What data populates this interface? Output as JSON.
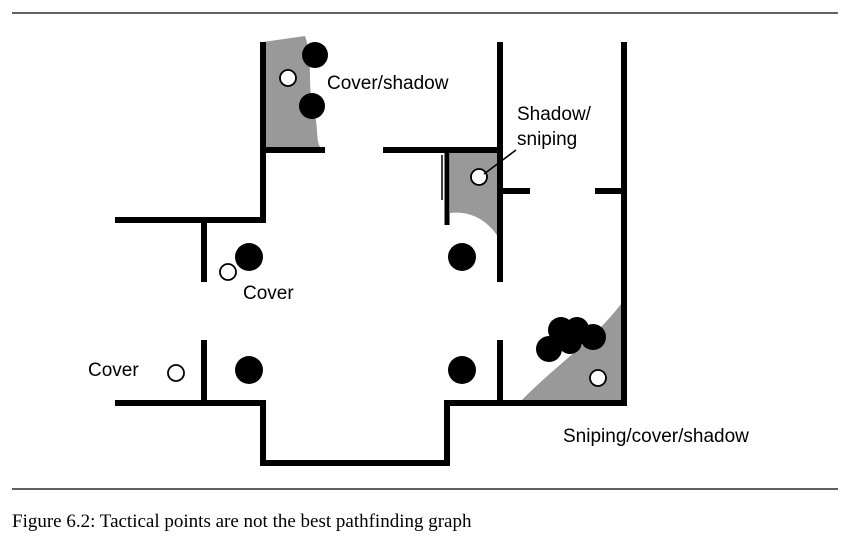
{
  "labels": {
    "cover_shadow": "Cover/shadow",
    "shadow_sniping_1": "Shadow/",
    "shadow_sniping_2": "sniping",
    "cover_left": "Cover",
    "cover_inner": "Cover",
    "sniping_cover_shadow": "Sniping/cover/shadow"
  },
  "caption": "Figure 6.2: Tactical points are not the best pathfinding graph",
  "colors": {
    "wall": "#000000",
    "shadow": "#999999",
    "cover_marker": "#000000",
    "tactical_point": "#ffffff"
  }
}
